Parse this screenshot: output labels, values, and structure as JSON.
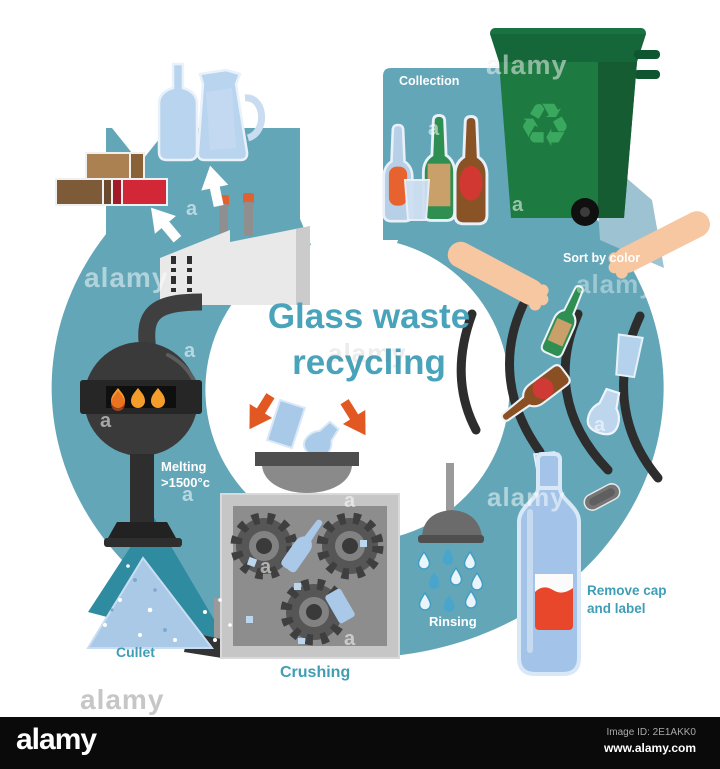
{
  "title": {
    "line1": "Glass waste",
    "line2": "recycling"
  },
  "labels": {
    "collection": "Collection",
    "sort_by_color": "Sort by color",
    "remove_cap_line1": "Remove cap",
    "remove_cap_line2": "and label",
    "rinsing": "Rinsing",
    "crushing": "Crushing",
    "cullet": "Cullet",
    "melting_line1": "Melting",
    "melting_line2": ">1500°c"
  },
  "watermark": {
    "brand": "alamy",
    "letter": "a"
  },
  "icons": {
    "recycle_symbol": "♻"
  },
  "footer": {
    "brand": "alamy",
    "image_id": "Image ID: 2E1AKK0",
    "website": "www.alamy.com"
  },
  "colors": {
    "ring_teal": "#63a6b8",
    "ring_dark_teal": "#2e8ba0",
    "ring_light_blue": "#9dc2d2",
    "title_teal": "#48a3bb",
    "label_teal": "#3f9db5",
    "bin_green": "#1d7a41",
    "recycle_green": "#3aa85f",
    "arrow_orange": "#e25822",
    "flame_orange": "#f59d2a",
    "glass_blue": "#a9c9e8",
    "bottle_label_red": "#e8472b",
    "box_red": "#d12737",
    "hand_skin": "#f6c7a0",
    "footer_black": "#0a0a0a"
  }
}
